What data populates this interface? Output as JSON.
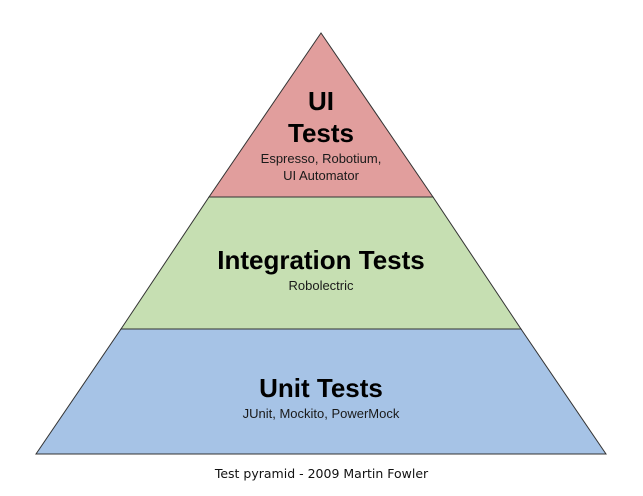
{
  "diagram": {
    "tiers": [
      {
        "id": "ui",
        "title_lines": [
          "UI",
          "Tests"
        ],
        "tools_lines": [
          "Espresso, Robotium,",
          "UI Automator"
        ],
        "fill": "#e19e9d"
      },
      {
        "id": "integration",
        "title_lines": [
          "Integration Tests"
        ],
        "tools_lines": [
          "Robolectric"
        ],
        "fill": "#c6dfb2"
      },
      {
        "id": "unit",
        "title_lines": [
          "Unit Tests"
        ],
        "tools_lines": [
          "JUnit, Mockito, PowerMock"
        ],
        "fill": "#a6c3e6"
      }
    ],
    "outline_color": "#333333"
  },
  "caption": "Test pyramid - 2009 Martin Fowler"
}
